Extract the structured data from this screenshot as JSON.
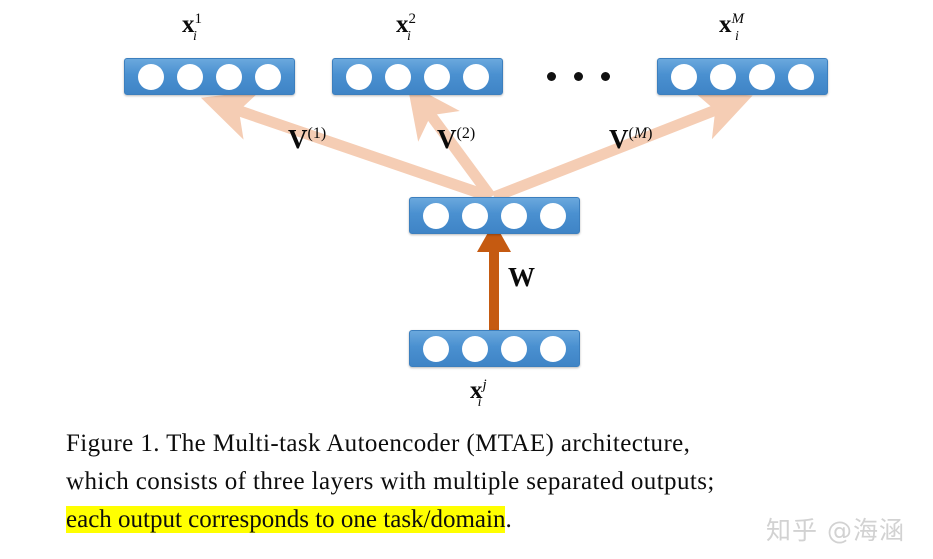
{
  "figure": {
    "background_color": "#ffffff",
    "bar_color": "#4a90d0",
    "node_color": "#ffffff",
    "decoder_arrow_color": "#f5cdb4",
    "encoder_arrow_color": "#c55a11",
    "highlight_color": "#ffff00",
    "output_layers": [
      {
        "id": "output-1",
        "label_var": "x",
        "label_sub": "i",
        "label_sup": "1",
        "units": 4
      },
      {
        "id": "output-2",
        "label_var": "x",
        "label_sub": "i",
        "label_sup": "2",
        "units": 4
      },
      {
        "id": "output-m",
        "label_var": "x",
        "label_sub": "i",
        "label_sup": "M",
        "units": 4
      }
    ],
    "ellipsis": "• • •",
    "hidden_layer": {
      "id": "hidden",
      "units": 4
    },
    "input_layer": {
      "id": "input",
      "label_var": "x",
      "label_sub": "i",
      "label_sup": "j",
      "units": 4
    },
    "decoder_weights": [
      {
        "var": "V",
        "sup": "(1)"
      },
      {
        "var": "V",
        "sup": "(2)"
      },
      {
        "var": "V",
        "sup": "(M)"
      }
    ],
    "encoder_weight": {
      "var": "W"
    }
  },
  "caption": {
    "line1": "Figure 1. The Multi-task Autoencoder (MTAE) architecture,",
    "line2": "which consists of three layers with multiple separated outputs;",
    "line3_highlighted": "each output corresponds to one task/domain",
    "line3_tail": "."
  },
  "watermark": {
    "text": "知乎 @海涵"
  }
}
